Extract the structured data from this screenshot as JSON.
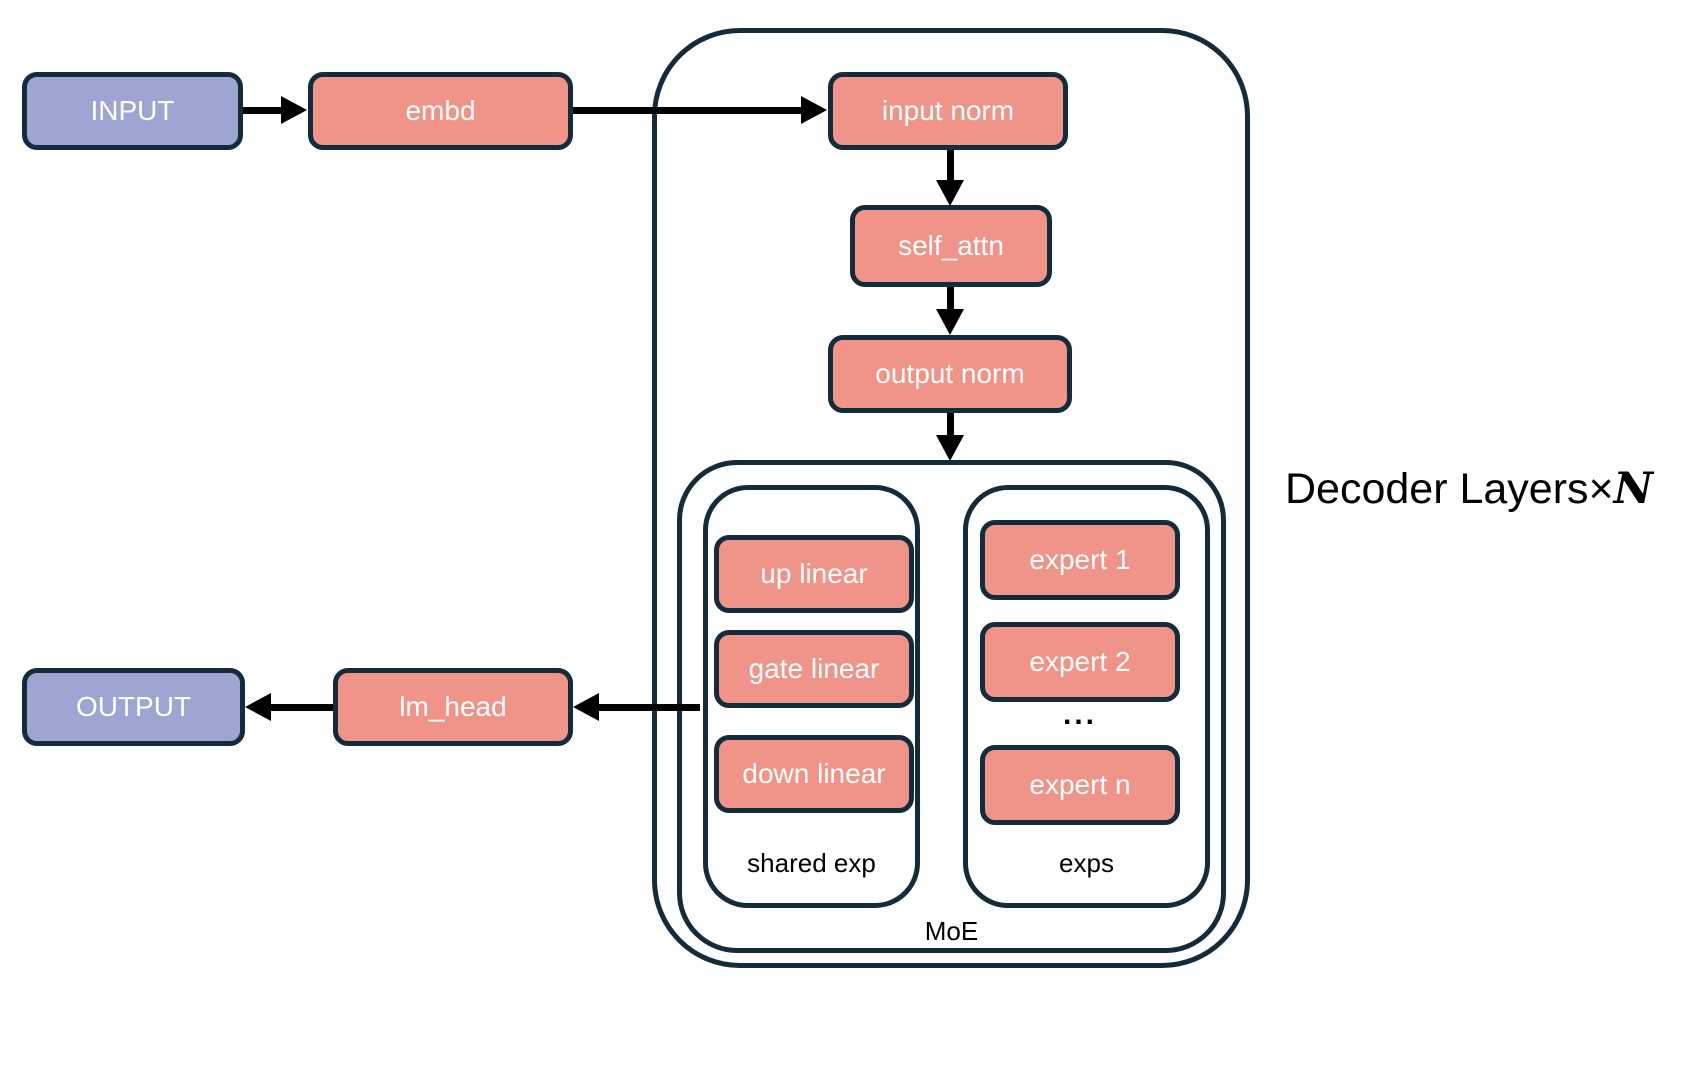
{
  "diagram": {
    "io": {
      "input": "INPUT",
      "output": "OUTPUT"
    },
    "blocks": {
      "embd": "embd",
      "input_norm": "input norm",
      "self_attn": "self_attn",
      "output_norm": "output norm",
      "lm_head": "lm_head",
      "up_linear": "up linear",
      "gate_linear": "gate linear",
      "down_linear": "down linear",
      "expert_1": "expert 1",
      "expert_2": "expert 2",
      "expert_n": "expert n"
    },
    "groups": {
      "shared_exp": "shared exp",
      "exps": "exps",
      "moe": "MoE",
      "decoder_prefix": "Decoder Layers×",
      "decoder_n": "N"
    },
    "ellipsis": "...",
    "colors": {
      "node_fill": "#F0948A",
      "io_fill": "#9EA5D2",
      "border": "#142B3C",
      "arrow": "#000000",
      "canvas": "#FFFFFF",
      "label_text": "#000000",
      "node_text": "#FFFFFF"
    }
  }
}
